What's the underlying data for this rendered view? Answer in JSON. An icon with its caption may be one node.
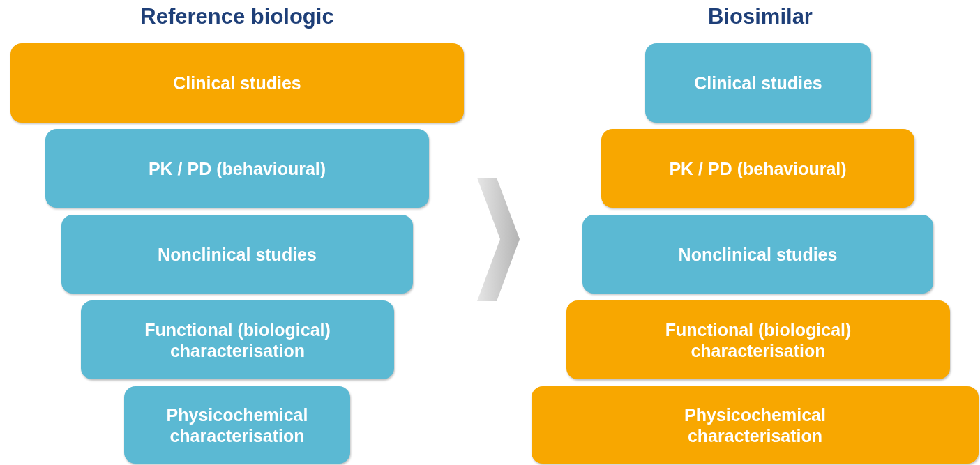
{
  "diagram": {
    "labels": [
      "Reference biologic",
      "Biosimilar"
    ],
    "nodes": [
      {
        "text": [
          "Clinical studies"
        ]
      },
      {
        "text": [
          "PK / PD (behavioural)"
        ]
      },
      {
        "text": [
          "Nonclinical studies"
        ]
      },
      {
        "text": [
          "Functional (biological) characterisation"
        ]
      },
      {
        "text": [
          "Physicochemical characterisation"
        ]
      },
      {
        "text": [
          "Clinical studies"
        ]
      },
      {
        "text": [
          "PK / PD (behavioural)"
        ]
      },
      {
        "text": [
          "Nonclinical studies"
        ]
      },
      {
        "text": [
          "Functional (biological) characterisation"
        ]
      },
      {
        "text": [
          "Physicochemical characterisation"
        ]
      }
    ]
  }
}
